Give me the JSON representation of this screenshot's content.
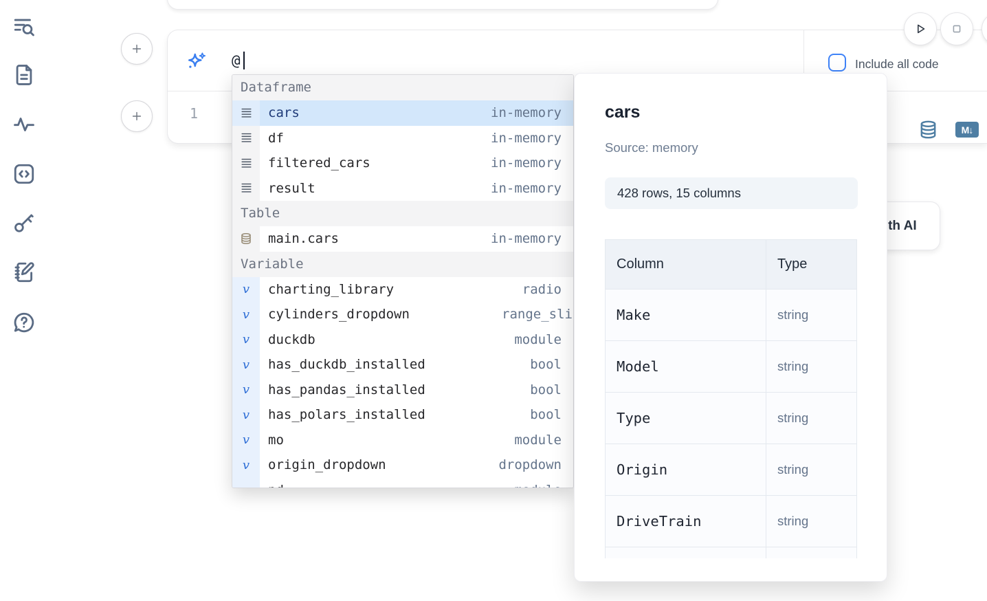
{
  "colors": {
    "accent_blue": "#3b82f6",
    "steel_blue": "#4e7ea3",
    "selection_blue": "#d3e7fb",
    "rail_icon": "#5a6b84",
    "badge_bg": "#f1f5f9"
  },
  "sidebar": {
    "icons": [
      {
        "name": "list-search-icon"
      },
      {
        "name": "file-text-icon"
      },
      {
        "name": "activity-icon"
      },
      {
        "name": "code-square-icon"
      },
      {
        "name": "key-icon"
      },
      {
        "name": "notebook-pen-icon"
      },
      {
        "name": "help-circle-icon"
      }
    ]
  },
  "cell": {
    "add_buttons": [
      {
        "icon": "plus-icon"
      },
      {
        "icon": "plus-icon"
      }
    ],
    "ai_prompt": {
      "icon": "sparkles-icon",
      "value": "@"
    },
    "include_all_code": {
      "label": "Include all code",
      "checked": false
    },
    "run_controls": [
      {
        "icon": "play-icon"
      },
      {
        "icon": "stop-icon"
      }
    ],
    "editor": {
      "line_number": "1"
    },
    "actions": [
      {
        "name": "database-icon"
      },
      {
        "name": "markdown-icon",
        "label": "M↓"
      }
    ]
  },
  "ai_generate_button": {
    "label": "Generate with AI"
  },
  "autocomplete": {
    "sections": [
      {
        "label": "Dataframe",
        "icon": "rows-icon",
        "items": [
          {
            "name": "cars",
            "detail": "in-memory",
            "selected": true
          },
          {
            "name": "df",
            "detail": "in-memory"
          },
          {
            "name": "filtered_cars",
            "detail": "in-memory"
          },
          {
            "name": "result",
            "detail": "in-memory"
          }
        ]
      },
      {
        "label": "Table",
        "icon": "database-icon",
        "items": [
          {
            "name": "main.cars",
            "detail": "in-memory"
          }
        ]
      },
      {
        "label": "Variable",
        "icon": "variable-icon",
        "items": [
          {
            "name": "charting_library",
            "detail": "radio"
          },
          {
            "name": "cylinders_dropdown",
            "detail": "range_slider",
            "clipped": true
          },
          {
            "name": "duckdb",
            "detail": "module"
          },
          {
            "name": "has_duckdb_installed",
            "detail": "bool"
          },
          {
            "name": "has_pandas_installed",
            "detail": "bool"
          },
          {
            "name": "has_polars_installed",
            "detail": "bool"
          },
          {
            "name": "mo",
            "detail": "module"
          },
          {
            "name": "origin_dropdown",
            "detail": "dropdown"
          },
          {
            "name": "pd",
            "detail": "module",
            "partial": true
          }
        ]
      }
    ]
  },
  "preview": {
    "title": "cars",
    "source": "Source: memory",
    "shape_badge": "428 rows, 15 columns",
    "table": {
      "headers": [
        "Column",
        "Type"
      ],
      "rows": [
        {
          "column": "Make",
          "type": "string"
        },
        {
          "column": "Model",
          "type": "string"
        },
        {
          "column": "Type",
          "type": "string"
        },
        {
          "column": "Origin",
          "type": "string"
        },
        {
          "column": "DriveTrain",
          "type": "string"
        }
      ],
      "partial_row": true
    }
  }
}
